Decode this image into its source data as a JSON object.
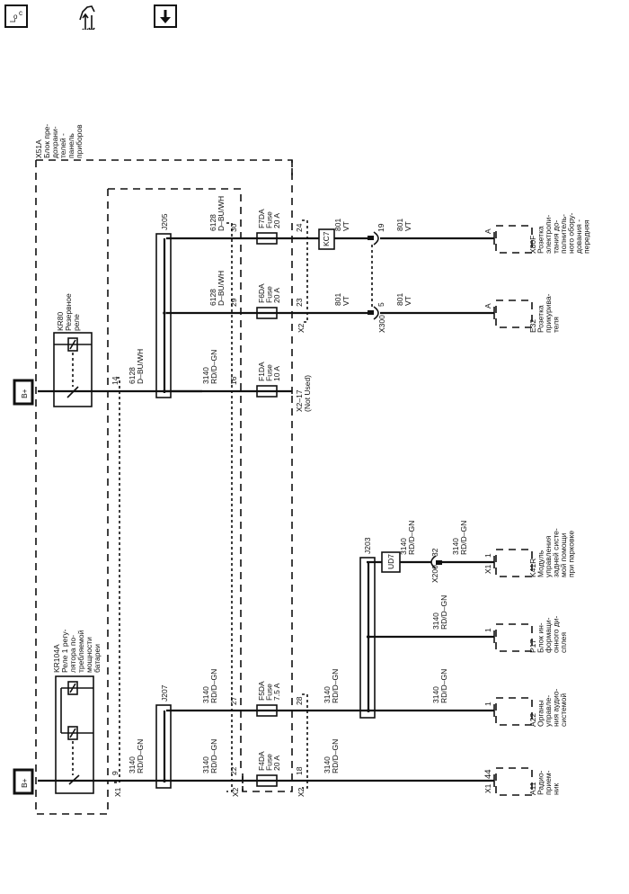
{
  "toolbar": {
    "loc_icon": "loc-icon",
    "nav_icon": "component-wrench-icon",
    "down_icon": "download-arrow-icon"
  },
  "diagram": {
    "power_sources": [
      "B+",
      "B+"
    ],
    "fuse_block": {
      "id": "X51A",
      "lines": [
        "X51A",
        "Блок пре-",
        "дохрани-",
        "телей -",
        "панель",
        "приборов"
      ]
    },
    "relays": {
      "kr80": [
        "KR80",
        "Резервное",
        "реле"
      ],
      "kr104a": [
        "KR104A",
        "Реле 1 регу-",
        "лятора по-",
        "требляемой",
        "мощности",
        "батареи"
      ]
    },
    "splices": {
      "j205": "J205",
      "j207": "J207",
      "j203": "J203"
    },
    "wires": {
      "w6128": [
        "6128",
        "D–BU/WH"
      ],
      "w3140": [
        "3140",
        "RD/D–GN"
      ],
      "w801": [
        "801",
        "VT"
      ]
    },
    "pins": {
      "p14": "14",
      "p30": "30",
      "p29": "29",
      "p16": "16",
      "p24": "24",
      "p23": "23",
      "p9": "9",
      "p27": "27",
      "p22": "22",
      "p28": "28",
      "p18": "18",
      "p19": "19",
      "p5": "5",
      "p32": "32",
      "p1": "1",
      "p44": "44",
      "pA": "A"
    },
    "connectors": {
      "x1": "X1",
      "x2": "X2",
      "x2_17": "X2–17",
      "not_used": "(Not Used)",
      "x300": "X300",
      "x200": "X200",
      "kc7": "KC7",
      "ud7": "UD7"
    },
    "fuses": {
      "f7da": [
        "F7DA",
        "Fuse",
        "20 A"
      ],
      "f6da": [
        "F6DA",
        "Fuse",
        "20 A"
      ],
      "f1da": [
        "F1DA",
        "Fuse",
        "10 A"
      ],
      "f5da": [
        "F5DA",
        "Fuse",
        "7.5 A"
      ],
      "f4da": [
        "F4DA",
        "Fuse",
        "20 A"
      ]
    },
    "components": {
      "x80f": [
        "X80F",
        "Розетка",
        "электропи-",
        "тания до-",
        "полнитель-",
        "ного обору-",
        "дования -",
        "передняя"
      ],
      "e32": [
        "E32",
        "Розетка",
        "прикурива-",
        "теля"
      ],
      "k41r": [
        "K41R",
        "Модуль",
        "управления",
        "задней систе-",
        "мой помощи",
        "при парковке"
      ],
      "p17": [
        "P17",
        "Блок ин-",
        "формаци-",
        "онного ди-",
        "сплея"
      ],
      "a22": [
        "A22",
        "Органы",
        "управле-",
        "ния аудио-",
        "системой"
      ],
      "a11": [
        "A11",
        "Радио-",
        "прием-",
        "ник"
      ]
    }
  }
}
